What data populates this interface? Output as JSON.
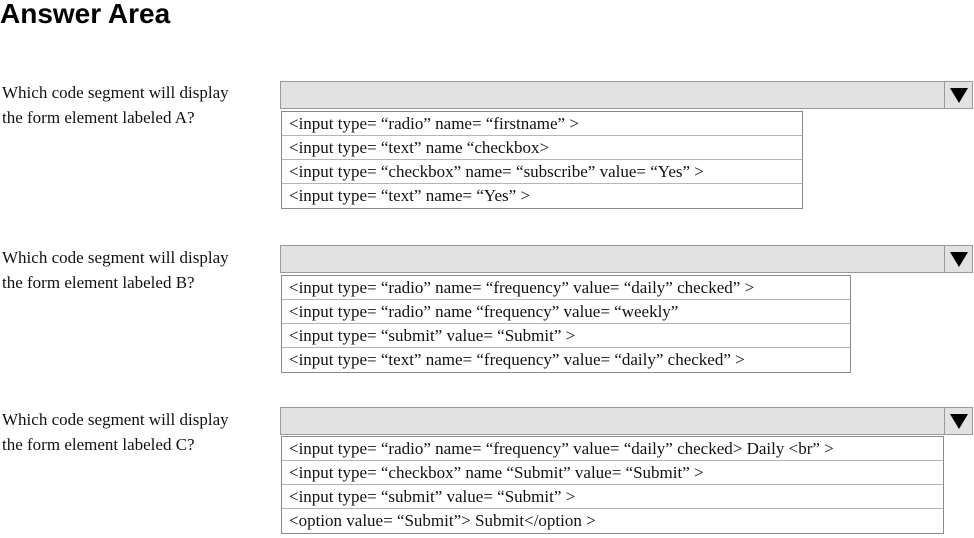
{
  "title": "Answer Area",
  "questions": [
    {
      "text_line1": "Which code segment will display",
      "text_line2": "the form element labeled A?",
      "options": [
        "<input type= “radio” name= “firstname” >",
        "<input type= “text” name “checkbox>",
        "<input type= “checkbox” name= “subscribe” value= “Yes” >",
        "<input type= “text” name= “Yes” >"
      ]
    },
    {
      "text_line1": "Which code segment will display",
      "text_line2": "the form element labeled B?",
      "options": [
        "<input type= “radio” name= “frequency” value= “daily” checked” >",
        "<input type= “radio” name “frequency” value= “weekly”",
        "<input type= “submit” value= “Submit” >",
        "<input type= “text” name= “frequency” value= “daily” checked” >"
      ]
    },
    {
      "text_line1": "Which code segment will display",
      "text_line2": "the form element labeled C?",
      "options": [
        "<input type= “radio” name= “frequency” value= “daily” checked> Daily <br” >",
        "<input type= “checkbox” name “Submit” value= “Submit” >",
        "<input type= “submit” value= “Submit” >",
        "<option value= “Submit”> Submit</option >"
      ]
    }
  ],
  "icons": {
    "dropdown_arrow": "triangle-down-icon"
  }
}
